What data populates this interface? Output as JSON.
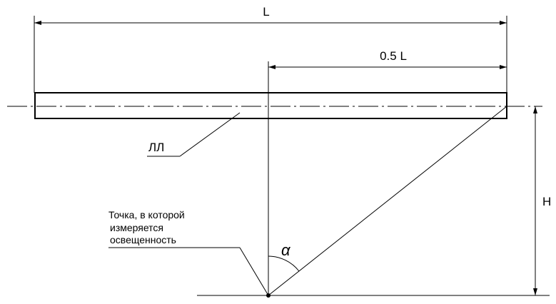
{
  "dimensions": {
    "length_label": "L",
    "half_length_label": "0.5 L",
    "height_label": "H"
  },
  "lamp": {
    "label": "ЛЛ"
  },
  "measurement_point": {
    "caption_lines": [
      "Точка, в которой",
      "измеряется",
      "освещенность"
    ]
  },
  "angle": {
    "symbol": "α"
  }
}
